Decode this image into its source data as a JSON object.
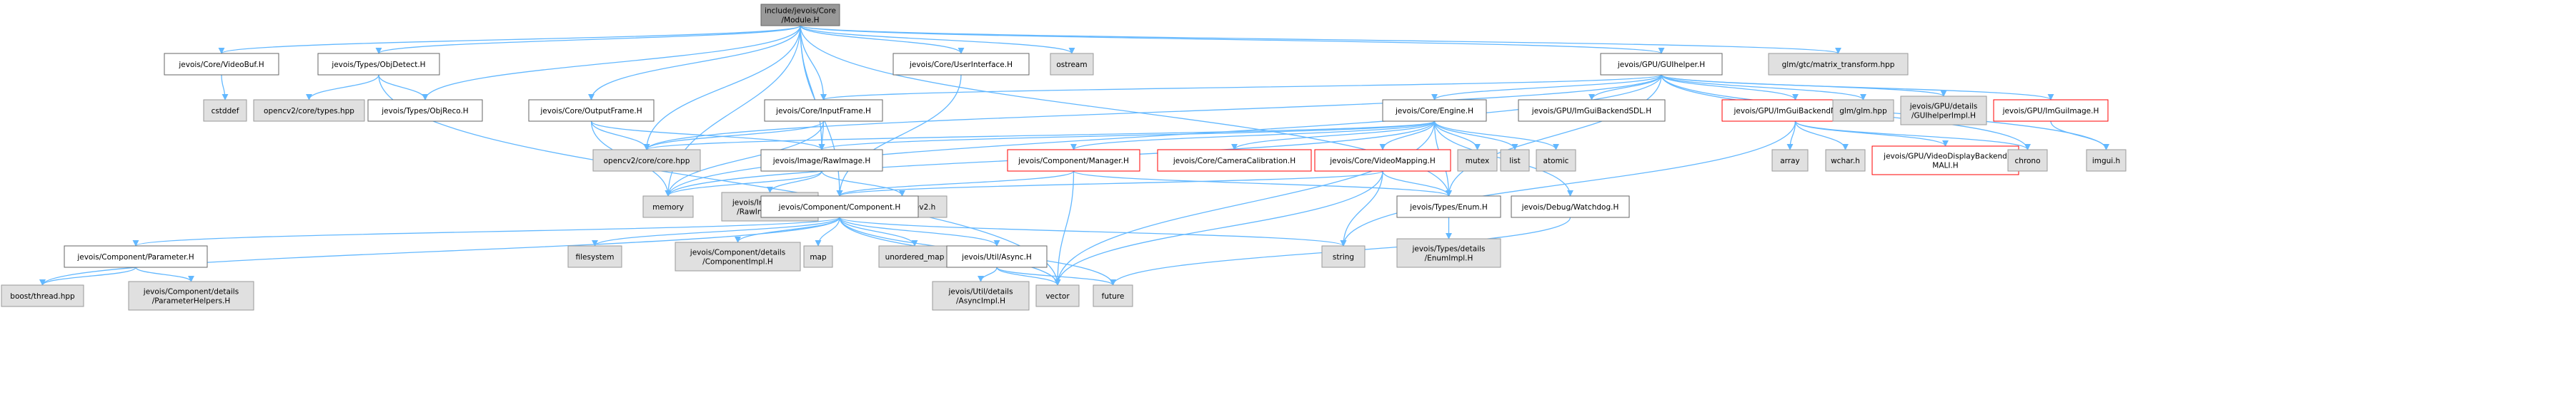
{
  "graph": {
    "type": "include-dependency-graph",
    "colors": {
      "edge": "#63b8ff",
      "local_fill": "#ffffff",
      "local_border": "#666666",
      "system_fill": "#e0e0e0",
      "system_border": "#999999",
      "truncated_border": "#ff0000",
      "root_fill": "#999999"
    },
    "nodes": [
      {
        "id": "module",
        "label": [
          "include/jevois/Core",
          "/Module.H"
        ],
        "kind": "root"
      },
      {
        "id": "videobuf",
        "label": [
          "jevois/Core/VideoBuf.H"
        ],
        "kind": "local"
      },
      {
        "id": "cstddef",
        "label": [
          "cstddef"
        ],
        "kind": "system"
      },
      {
        "id": "objdetect",
        "label": [
          "jevois/Types/ObjDetect.H"
        ],
        "kind": "local"
      },
      {
        "id": "cvtypes",
        "label": [
          "opencv2/core/types.hpp"
        ],
        "kind": "system"
      },
      {
        "id": "objreco",
        "label": [
          "jevois/Types/ObjReco.H"
        ],
        "kind": "local"
      },
      {
        "id": "outputframe",
        "label": [
          "jevois/Core/OutputFrame.H"
        ],
        "kind": "local"
      },
      {
        "id": "inputframe",
        "label": [
          "jevois/Core/InputFrame.H"
        ],
        "kind": "local"
      },
      {
        "id": "cvcore",
        "label": [
          "opencv2/core/core.hpp"
        ],
        "kind": "system"
      },
      {
        "id": "rawimage",
        "label": [
          "jevois/Image/RawImage.H"
        ],
        "kind": "local"
      },
      {
        "id": "memory",
        "label": [
          "memory"
        ],
        "kind": "system"
      },
      {
        "id": "rawimageimpl",
        "label": [
          "jevois/Image/details",
          "/RawImageImpl.H"
        ],
        "kind": "system"
      },
      {
        "id": "videodev2",
        "label": [
          "linux/videodev2.h"
        ],
        "kind": "system"
      },
      {
        "id": "userinterface",
        "label": [
          "jevois/Core/UserInterface.H"
        ],
        "kind": "local"
      },
      {
        "id": "ostream",
        "label": [
          "ostream"
        ],
        "kind": "system"
      },
      {
        "id": "component",
        "label": [
          "jevois/Component/Component.H"
        ],
        "kind": "local"
      },
      {
        "id": "parameter",
        "label": [
          "jevois/Component/Parameter.H"
        ],
        "kind": "local"
      },
      {
        "id": "boostthread",
        "label": [
          "boost/thread.hpp"
        ],
        "kind": "system"
      },
      {
        "id": "paramhelpers",
        "label": [
          "jevois/Component/details",
          "/ParameterHelpers.H"
        ],
        "kind": "system"
      },
      {
        "id": "filesystem",
        "label": [
          "filesystem"
        ],
        "kind": "system"
      },
      {
        "id": "componentimpl",
        "label": [
          "jevois/Component/details",
          "/ComponentImpl.H"
        ],
        "kind": "system"
      },
      {
        "id": "map",
        "label": [
          "map"
        ],
        "kind": "system"
      },
      {
        "id": "unorderedmap",
        "label": [
          "unordered_map"
        ],
        "kind": "system"
      },
      {
        "id": "async",
        "label": [
          "jevois/Util/Async.H"
        ],
        "kind": "local"
      },
      {
        "id": "asyncimpl",
        "label": [
          "jevois/Util/details",
          "/AsyncImpl.H"
        ],
        "kind": "system"
      },
      {
        "id": "vector",
        "label": [
          "vector"
        ],
        "kind": "system"
      },
      {
        "id": "future",
        "label": [
          "future"
        ],
        "kind": "system"
      },
      {
        "id": "string",
        "label": [
          "string"
        ],
        "kind": "system"
      },
      {
        "id": "engine",
        "label": [
          "jevois/Core/Engine.H"
        ],
        "kind": "local"
      },
      {
        "id": "manager",
        "label": [
          "jevois/Component/Manager.H"
        ],
        "kind": "truncated"
      },
      {
        "id": "cameracal",
        "label": [
          "jevois/Core/CameraCalibration.H"
        ],
        "kind": "truncated"
      },
      {
        "id": "videomapping",
        "label": [
          "jevois/Core/VideoMapping.H"
        ],
        "kind": "truncated"
      },
      {
        "id": "mutex",
        "label": [
          "mutex"
        ],
        "kind": "system"
      },
      {
        "id": "list",
        "label": [
          "list"
        ],
        "kind": "system"
      },
      {
        "id": "atomic",
        "label": [
          "atomic"
        ],
        "kind": "system"
      },
      {
        "id": "enum",
        "label": [
          "jevois/Types/Enum.H"
        ],
        "kind": "local"
      },
      {
        "id": "enumimpl",
        "label": [
          "jevois/Types/details",
          "/EnumImpl.H"
        ],
        "kind": "system"
      },
      {
        "id": "watchdog",
        "label": [
          "jevois/Debug/Watchdog.H"
        ],
        "kind": "local"
      },
      {
        "id": "guihelper",
        "label": [
          "jevois/GPU/GUIhelper.H"
        ],
        "kind": "local"
      },
      {
        "id": "glmtransform",
        "label": [
          "glm/gtc/matrix_transform.hpp"
        ],
        "kind": "system"
      },
      {
        "id": "imguisdl",
        "label": [
          "jevois/GPU/ImGuiBackendSDL.H"
        ],
        "kind": "local"
      },
      {
        "id": "imguimali",
        "label": [
          "jevois/GPU/ImGuiBackendMALI.H"
        ],
        "kind": "truncated"
      },
      {
        "id": "array",
        "label": [
          "array"
        ],
        "kind": "system"
      },
      {
        "id": "wchar",
        "label": [
          "wchar.h"
        ],
        "kind": "system"
      },
      {
        "id": "videodisplaymali",
        "label": [
          "jevois/GPU/VideoDisplayBackend",
          "MALI.H"
        ],
        "kind": "truncated"
      },
      {
        "id": "chrono",
        "label": [
          "chrono"
        ],
        "kind": "system"
      },
      {
        "id": "glm",
        "label": [
          "glm/glm.hpp"
        ],
        "kind": "system"
      },
      {
        "id": "guihelperimpl",
        "label": [
          "jevois/GPU/details",
          "/GUIhelperImpl.H"
        ],
        "kind": "system"
      },
      {
        "id": "imguiimage",
        "label": [
          "jevois/GPU/ImGuiImage.H"
        ],
        "kind": "truncated"
      },
      {
        "id": "imgui",
        "label": [
          "imgui.h"
        ],
        "kind": "system"
      }
    ],
    "edges": [
      [
        "module",
        "videobuf"
      ],
      [
        "module",
        "objdetect"
      ],
      [
        "module",
        "objreco"
      ],
      [
        "module",
        "outputframe"
      ],
      [
        "module",
        "inputframe"
      ],
      [
        "module",
        "cvcore"
      ],
      [
        "module",
        "rawimage"
      ],
      [
        "module",
        "memory"
      ],
      [
        "module",
        "userinterface"
      ],
      [
        "module",
        "ostream"
      ],
      [
        "module",
        "component"
      ],
      [
        "module",
        "enum"
      ],
      [
        "module",
        "guihelper"
      ],
      [
        "module",
        "glmtransform"
      ],
      [
        "videobuf",
        "cstddef"
      ],
      [
        "objdetect",
        "cvtypes"
      ],
      [
        "objdetect",
        "objreco"
      ],
      [
        "objdetect",
        "vector"
      ],
      [
        "outputframe",
        "rawimage"
      ],
      [
        "outputframe",
        "cvcore"
      ],
      [
        "outputframe",
        "memory"
      ],
      [
        "inputframe",
        "rawimage"
      ],
      [
        "inputframe",
        "cvcore"
      ],
      [
        "inputframe",
        "memory"
      ],
      [
        "rawimage",
        "memory"
      ],
      [
        "rawimage",
        "rawimageimpl"
      ],
      [
        "rawimage",
        "videodev2"
      ],
      [
        "userinterface",
        "component"
      ],
      [
        "component",
        "parameter"
      ],
      [
        "component",
        "boostthread"
      ],
      [
        "component",
        "filesystem"
      ],
      [
        "component",
        "componentimpl"
      ],
      [
        "component",
        "map"
      ],
      [
        "component",
        "unorderedmap"
      ],
      [
        "component",
        "async"
      ],
      [
        "component",
        "vector"
      ],
      [
        "component",
        "future"
      ],
      [
        "component",
        "string"
      ],
      [
        "parameter",
        "boostthread"
      ],
      [
        "parameter",
        "paramhelpers"
      ],
      [
        "async",
        "asyncimpl"
      ],
      [
        "async",
        "vector"
      ],
      [
        "async",
        "future"
      ],
      [
        "engine",
        "rawimage"
      ],
      [
        "engine",
        "memory"
      ],
      [
        "engine",
        "manager"
      ],
      [
        "engine",
        "cameracal"
      ],
      [
        "engine",
        "videomapping"
      ],
      [
        "engine",
        "mutex"
      ],
      [
        "engine",
        "list"
      ],
      [
        "engine",
        "atomic"
      ],
      [
        "engine",
        "enum"
      ],
      [
        "engine",
        "watchdog"
      ],
      [
        "engine",
        "vector"
      ],
      [
        "engine",
        "cvcore"
      ],
      [
        "manager",
        "component"
      ],
      [
        "manager",
        "vector"
      ],
      [
        "manager",
        "enum"
      ],
      [
        "videomapping",
        "component"
      ],
      [
        "videomapping",
        "string"
      ],
      [
        "videomapping",
        "vector"
      ],
      [
        "videomapping",
        "enum"
      ],
      [
        "enum",
        "enumimpl"
      ],
      [
        "watchdog",
        "future"
      ],
      [
        "guihelper",
        "inputframe"
      ],
      [
        "guihelper",
        "engine"
      ],
      [
        "guihelper",
        "imguisdl"
      ],
      [
        "guihelper",
        "imguimali"
      ],
      [
        "guihelper",
        "chrono"
      ],
      [
        "guihelper",
        "glm"
      ],
      [
        "guihelper",
        "guihelperimpl"
      ],
      [
        "guihelper",
        "imguiimage"
      ],
      [
        "guihelper",
        "imgui"
      ],
      [
        "guihelper",
        "enum"
      ],
      [
        "guihelper",
        "cvcore"
      ],
      [
        "guihelper",
        "memory"
      ],
      [
        "imguimali",
        "array"
      ],
      [
        "imguimali",
        "wchar"
      ],
      [
        "imguimali",
        "videodisplaymali"
      ],
      [
        "imguimali",
        "chrono"
      ],
      [
        "imguimali",
        "string"
      ],
      [
        "imguiimage",
        "imgui"
      ]
    ]
  }
}
